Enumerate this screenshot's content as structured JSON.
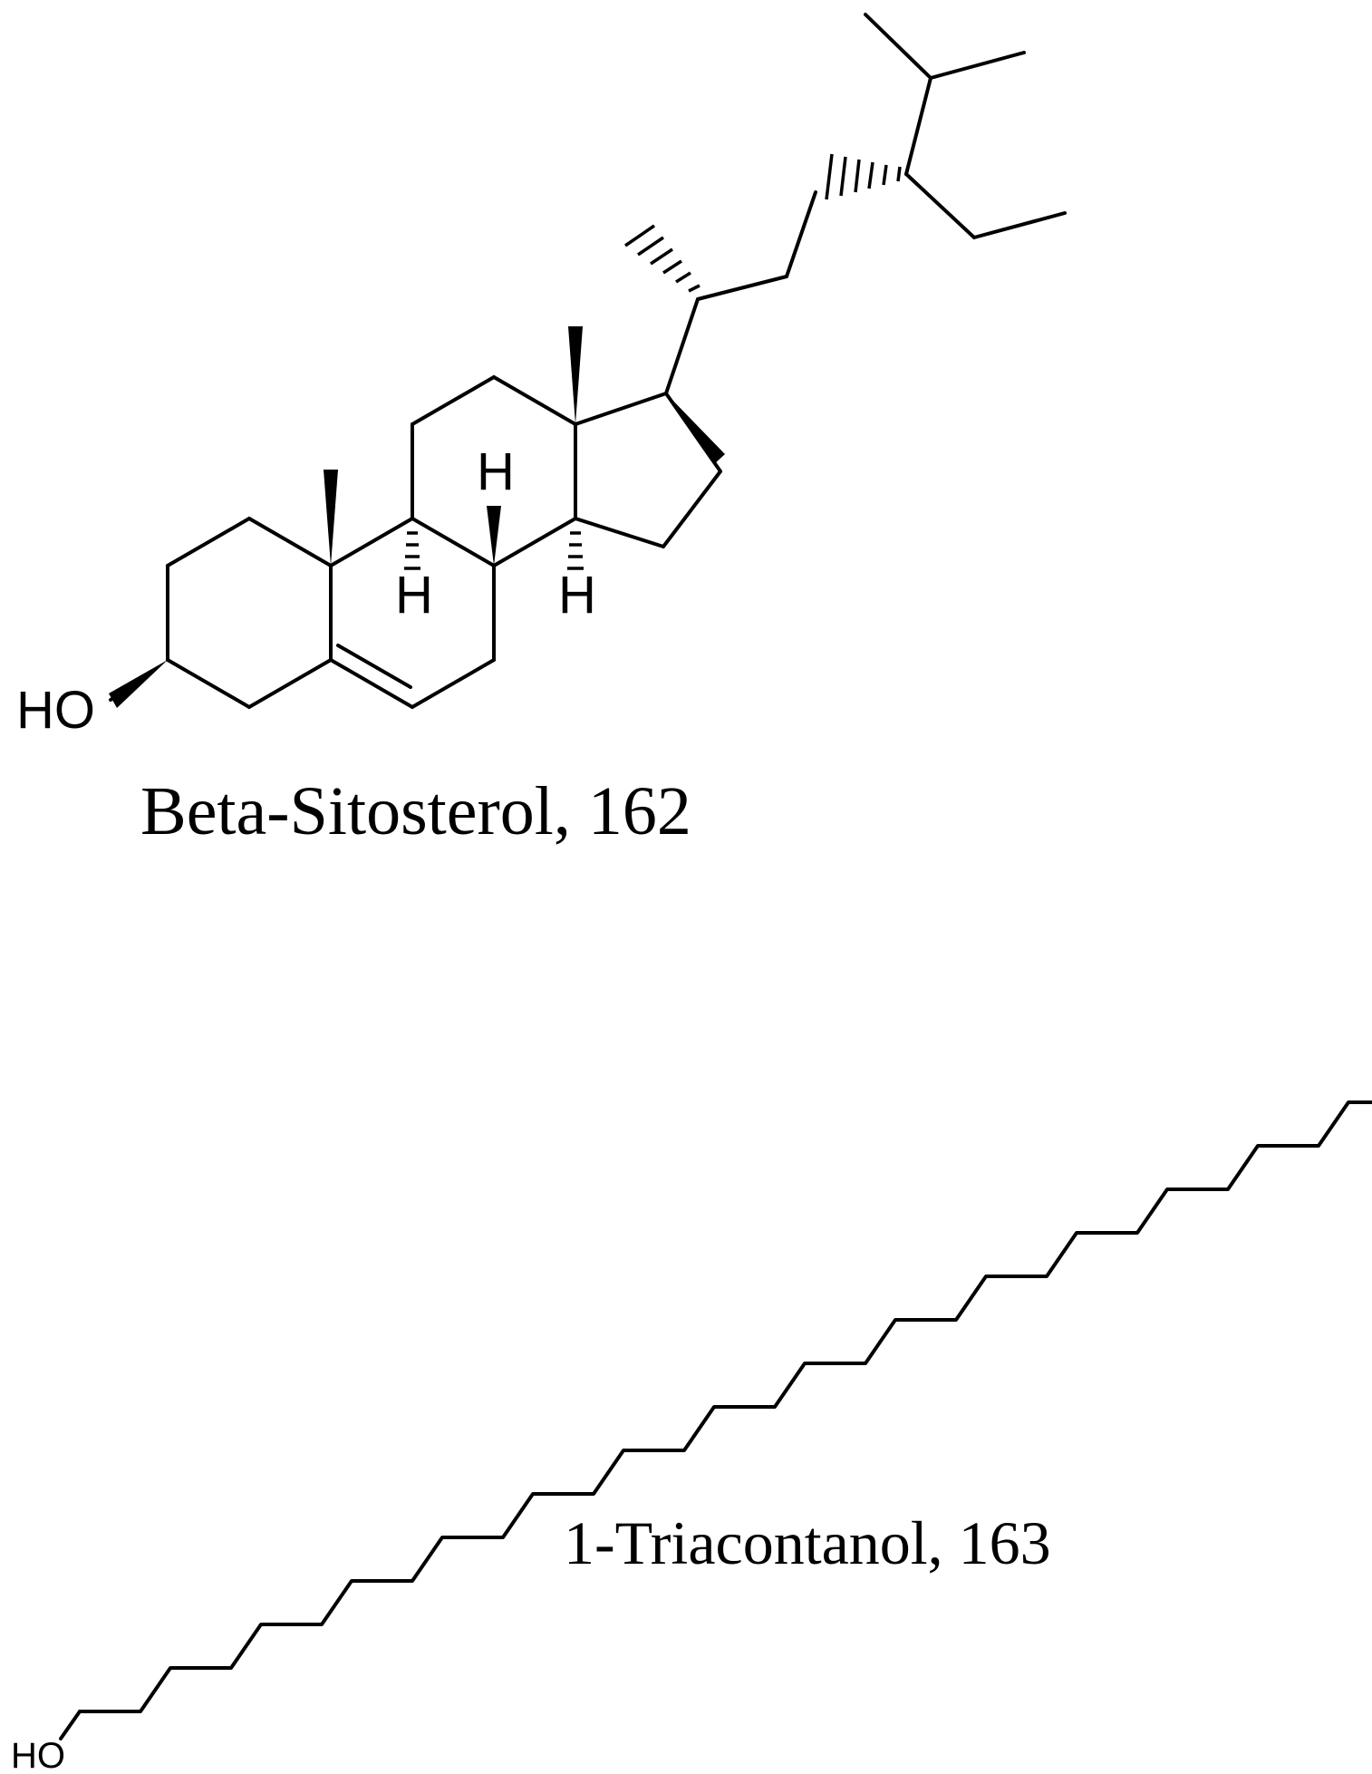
{
  "compounds": [
    {
      "caption": "Beta-Sitosterol, 162",
      "labels": {
        "hydroxyl": "HO",
        "h9": "H",
        "h8": "H",
        "h14": "H"
      }
    },
    {
      "caption": "1-Triacontanol, 163",
      "labels": {
        "hydroxyl": "HO"
      }
    }
  ]
}
